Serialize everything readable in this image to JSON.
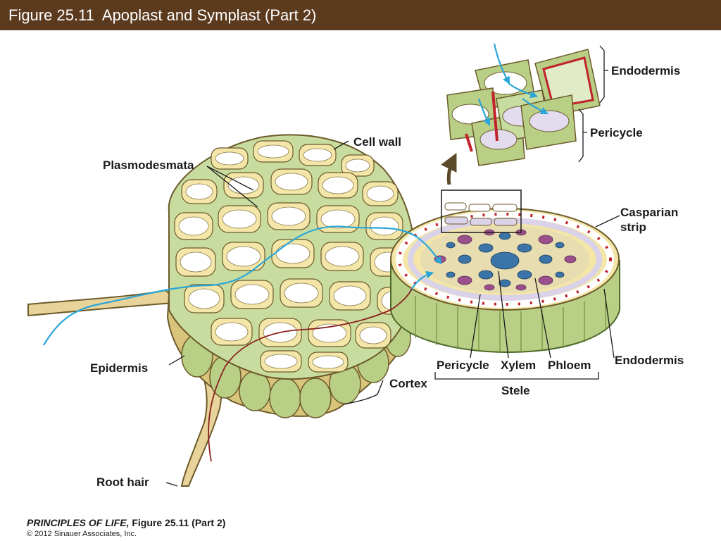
{
  "header": {
    "title": "Figure 25.11  Apoplast and Symplast (Part 2)"
  },
  "labels": {
    "endodermis_top": "Endodermis",
    "pericycle_top": "Pericycle",
    "cell_wall": "Cell wall",
    "plasmodesmata": "Plasmodesmata",
    "casparian_strip_1": "Casparian",
    "casparian_strip_2": "strip",
    "epidermis": "Epidermis",
    "cortex": "Cortex",
    "pericycle": "Pericycle",
    "xylem": "Xylem",
    "phloem": "Phloem",
    "endodermis": "Endodermis",
    "stele": "Stele",
    "root_hair": "Root hair"
  },
  "footer": {
    "book": "PRINCIPLES OF LIFE,",
    "figure": " Figure 25.11 (Part 2)",
    "copyright": "© 2012 Sinauer Associates, Inc."
  },
  "colors": {
    "title_bar": "#5b3a1e",
    "cell_wall": "#f3e6a8",
    "cytoplasm": "#c9dca0",
    "vacuole": "#ffffff",
    "flow_arrow": "#2aa6d8",
    "casparian": "#c0232b",
    "xylem": "#3b74a8",
    "phloem": "#9b4f8c"
  }
}
